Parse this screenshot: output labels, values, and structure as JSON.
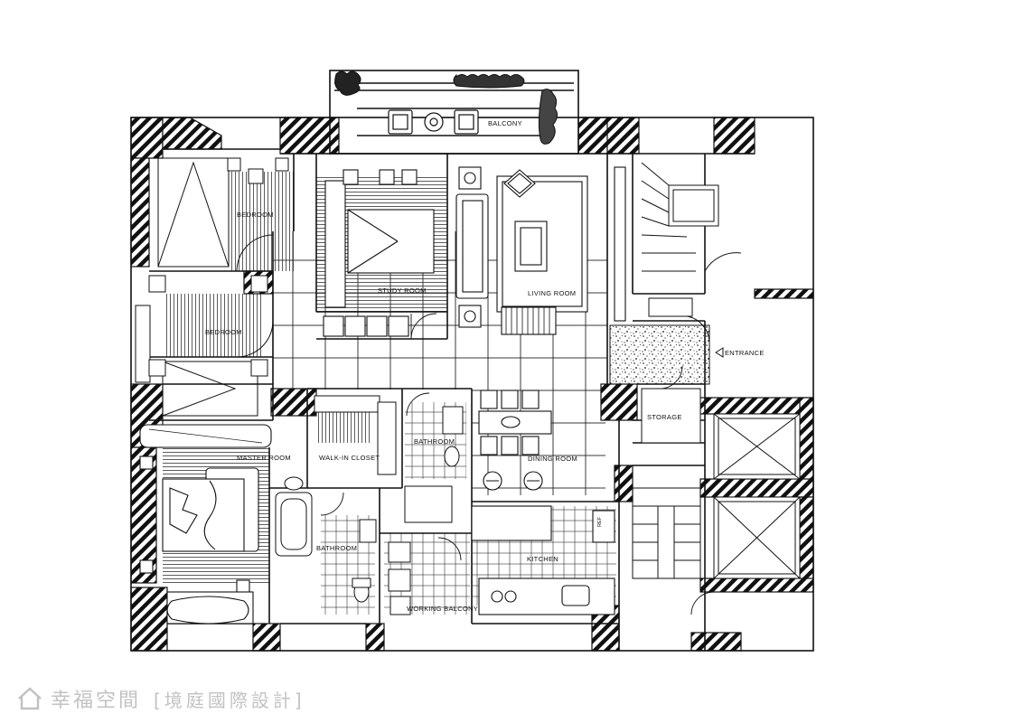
{
  "rooms": {
    "balcony": "BALCONY",
    "bedroom_1": "BEDROOM",
    "study_room": "STUDY ROOM",
    "living_room": "LIVING ROOM",
    "bedroom_2": "BEDROOM",
    "entrance": "ENTRANCE",
    "storage": "STORAGE",
    "bathroom_1": "BATHROOM",
    "dining_room": "DINING ROOM",
    "master_room": "MASTER ROOM",
    "walk_in_closet": "WALK-IN CLOSET",
    "bathroom_2": "BATHROOM",
    "kitchen": "KITCHEN",
    "working_balcony": "WORKING BALCONY",
    "ref": "REF"
  },
  "watermark": {
    "brand": "幸福空間",
    "designer": "[境庭國際設計]"
  },
  "colors": {
    "line": "#111111",
    "watermark": "#c2c2c2",
    "background": "#ffffff"
  },
  "icons": [
    "entrance-arrow-icon",
    "watermark-house-logo-icon"
  ]
}
